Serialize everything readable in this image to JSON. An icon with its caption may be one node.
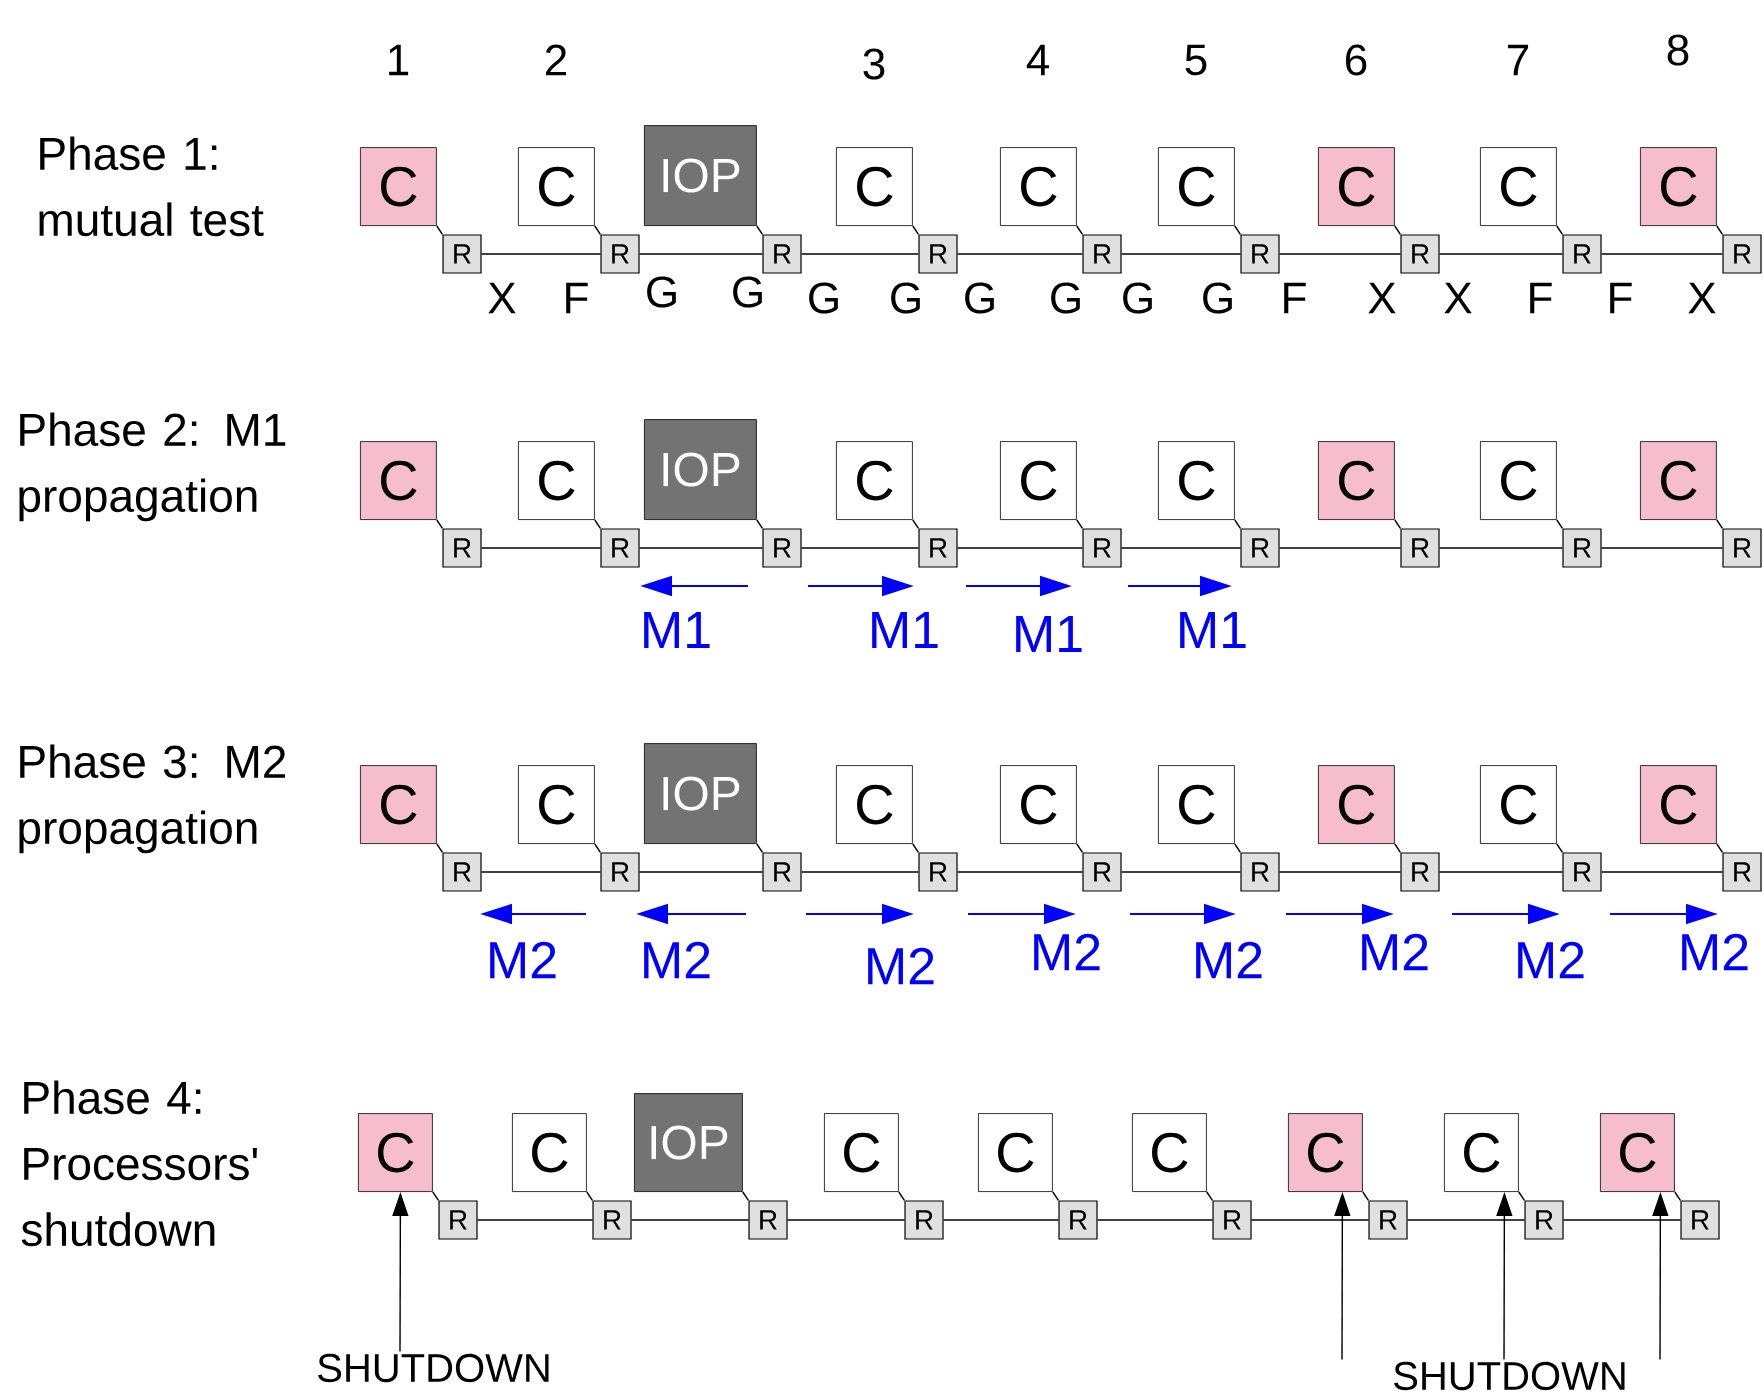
{
  "diagram": {
    "nodes": [
      {
        "text": [
          "C"
        ]
      },
      {
        "text": [
          "R"
        ]
      },
      {
        "text": [
          "C"
        ]
      },
      {
        "text": [
          "R"
        ]
      },
      {
        "text": [
          "IOP"
        ]
      },
      {
        "text": [
          "R"
        ]
      },
      {
        "text": [
          "C"
        ]
      },
      {
        "text": [
          "R"
        ]
      },
      {
        "text": [
          "C"
        ]
      },
      {
        "text": [
          "R"
        ]
      },
      {
        "text": [
          "C"
        ]
      },
      {
        "text": [
          "R"
        ]
      },
      {
        "text": [
          "C"
        ]
      },
      {
        "text": [
          "R"
        ]
      },
      {
        "text": [
          "C"
        ]
      },
      {
        "text": [
          "R"
        ]
      },
      {
        "text": [
          "C"
        ]
      },
      {
        "text": [
          "R"
        ]
      },
      {
        "text": [
          "C"
        ]
      },
      {
        "text": [
          "R"
        ]
      },
      {
        "text": [
          "C"
        ]
      },
      {
        "text": [
          "R"
        ]
      },
      {
        "text": [
          "IOP"
        ]
      },
      {
        "text": [
          "R"
        ]
      },
      {
        "text": [
          "C"
        ]
      },
      {
        "text": [
          "R"
        ]
      },
      {
        "text": [
          "C"
        ]
      },
      {
        "text": [
          "R"
        ]
      },
      {
        "text": [
          "C"
        ]
      },
      {
        "text": [
          "R"
        ]
      },
      {
        "text": [
          "C"
        ]
      },
      {
        "text": [
          "R"
        ]
      },
      {
        "text": [
          "C"
        ]
      },
      {
        "text": [
          "R"
        ]
      },
      {
        "text": [
          "C"
        ]
      },
      {
        "text": [
          "R"
        ]
      },
      {
        "text": [
          "C"
        ]
      },
      {
        "text": [
          "R"
        ]
      },
      {
        "text": [
          "C"
        ]
      },
      {
        "text": [
          "R"
        ]
      },
      {
        "text": [
          "IOP"
        ]
      },
      {
        "text": [
          "R"
        ]
      },
      {
        "text": [
          "C"
        ]
      },
      {
        "text": [
          "R"
        ]
      },
      {
        "text": [
          "C"
        ]
      },
      {
        "text": [
          "R"
        ]
      },
      {
        "text": [
          "C"
        ]
      },
      {
        "text": [
          "R"
        ]
      },
      {
        "text": [
          "C"
        ]
      },
      {
        "text": [
          "R"
        ]
      },
      {
        "text": [
          "C"
        ]
      },
      {
        "text": [
          "R"
        ]
      },
      {
        "text": [
          "C"
        ]
      },
      {
        "text": [
          "R"
        ]
      },
      {
        "text": [
          "C"
        ]
      },
      {
        "text": [
          "R"
        ]
      },
      {
        "text": [
          "C"
        ]
      },
      {
        "text": [
          "R"
        ]
      },
      {
        "text": [
          "IOP"
        ]
      },
      {
        "text": [
          "R"
        ]
      },
      {
        "text": [
          "C"
        ]
      },
      {
        "text": [
          "R"
        ]
      },
      {
        "text": [
          "C"
        ]
      },
      {
        "text": [
          "R"
        ]
      },
      {
        "text": [
          "C"
        ]
      },
      {
        "text": [
          "R"
        ]
      },
      {
        "text": [
          "C"
        ]
      },
      {
        "text": [
          "R"
        ]
      },
      {
        "text": [
          "C"
        ]
      },
      {
        "text": [
          "R"
        ]
      },
      {
        "text": [
          "C"
        ]
      },
      {
        "text": [
          "R"
        ]
      },
      {
        "text": [
          "SHUTDOWN"
        ]
      },
      {
        "text": [
          "SHUTDOWN"
        ]
      }
    ],
    "edges": [
      {
        "from": 0,
        "to": 1,
        "arrow": "none"
      },
      {
        "from": 2,
        "to": 3,
        "arrow": "none"
      },
      {
        "from": 4,
        "to": 5,
        "arrow": "none"
      },
      {
        "from": 6,
        "to": 7,
        "arrow": "none"
      },
      {
        "from": 8,
        "to": 9,
        "arrow": "none"
      },
      {
        "from": 10,
        "to": 11,
        "arrow": "none"
      },
      {
        "from": 12,
        "to": 13,
        "arrow": "none"
      },
      {
        "from": 14,
        "to": 15,
        "arrow": "none"
      },
      {
        "from": 16,
        "to": 17,
        "arrow": "none"
      },
      {
        "from": 1,
        "to": 3,
        "arrow": "none"
      },
      {
        "from": 3,
        "to": 5,
        "arrow": "none"
      },
      {
        "from": 5,
        "to": 7,
        "arrow": "none"
      },
      {
        "from": 7,
        "to": 9,
        "arrow": "none"
      },
      {
        "from": 9,
        "to": 11,
        "arrow": "none"
      },
      {
        "from": 11,
        "to": 13,
        "arrow": "none"
      },
      {
        "from": 13,
        "to": 15,
        "arrow": "none"
      },
      {
        "from": 15,
        "to": 17,
        "arrow": "none"
      },
      {
        "from": 18,
        "to": 19,
        "arrow": "none"
      },
      {
        "from": 20,
        "to": 21,
        "arrow": "none"
      },
      {
        "from": 22,
        "to": 23,
        "arrow": "none"
      },
      {
        "from": 24,
        "to": 25,
        "arrow": "none"
      },
      {
        "from": 26,
        "to": 27,
        "arrow": "none"
      },
      {
        "from": 28,
        "to": 29,
        "arrow": "none"
      },
      {
        "from": 30,
        "to": 31,
        "arrow": "none"
      },
      {
        "from": 32,
        "to": 33,
        "arrow": "none"
      },
      {
        "from": 34,
        "to": 35,
        "arrow": "none"
      },
      {
        "from": 19,
        "to": 21,
        "arrow": "none"
      },
      {
        "from": 21,
        "to": 23,
        "arrow": "none"
      },
      {
        "from": 23,
        "to": 25,
        "arrow": "none"
      },
      {
        "from": 25,
        "to": 27,
        "arrow": "none"
      },
      {
        "from": 27,
        "to": 29,
        "arrow": "none"
      },
      {
        "from": 29,
        "to": 31,
        "arrow": "none"
      },
      {
        "from": 31,
        "to": 33,
        "arrow": "none"
      },
      {
        "from": 33,
        "to": 35,
        "arrow": "none"
      },
      {
        "from": 36,
        "to": 37,
        "arrow": "none"
      },
      {
        "from": 38,
        "to": 39,
        "arrow": "none"
      },
      {
        "from": 40,
        "to": 41,
        "arrow": "none"
      },
      {
        "from": 42,
        "to": 43,
        "arrow": "none"
      },
      {
        "from": 44,
        "to": 45,
        "arrow": "none"
      },
      {
        "from": 46,
        "to": 47,
        "arrow": "none"
      },
      {
        "from": 48,
        "to": 49,
        "arrow": "none"
      },
      {
        "from": 50,
        "to": 51,
        "arrow": "none"
      },
      {
        "from": 52,
        "to": 53,
        "arrow": "none"
      },
      {
        "from": 37,
        "to": 39,
        "arrow": "none"
      },
      {
        "from": 39,
        "to": 41,
        "arrow": "none"
      },
      {
        "from": 41,
        "to": 43,
        "arrow": "none"
      },
      {
        "from": 43,
        "to": 45,
        "arrow": "none"
      },
      {
        "from": 45,
        "to": 47,
        "arrow": "none"
      },
      {
        "from": 47,
        "to": 49,
        "arrow": "none"
      },
      {
        "from": 49,
        "to": 51,
        "arrow": "none"
      },
      {
        "from": 51,
        "to": 53,
        "arrow": "none"
      },
      {
        "from": 54,
        "to": 55,
        "arrow": "none"
      },
      {
        "from": 56,
        "to": 57,
        "arrow": "none"
      },
      {
        "from": 58,
        "to": 59,
        "arrow": "none"
      },
      {
        "from": 60,
        "to": 61,
        "arrow": "none"
      },
      {
        "from": 62,
        "to": 63,
        "arrow": "none"
      },
      {
        "from": 64,
        "to": 65,
        "arrow": "none"
      },
      {
        "from": 66,
        "to": 67,
        "arrow": "none"
      },
      {
        "from": 68,
        "to": 69,
        "arrow": "none"
      },
      {
        "from": 70,
        "to": 71,
        "arrow": "none"
      },
      {
        "from": 55,
        "to": 57,
        "arrow": "none"
      },
      {
        "from": 57,
        "to": 59,
        "arrow": "none"
      },
      {
        "from": 59,
        "to": 61,
        "arrow": "none"
      },
      {
        "from": 61,
        "to": 63,
        "arrow": "none"
      },
      {
        "from": 63,
        "to": 65,
        "arrow": "none"
      },
      {
        "from": 65,
        "to": 67,
        "arrow": "none"
      },
      {
        "from": 67,
        "to": 69,
        "arrow": "none"
      },
      {
        "from": 69,
        "to": 71,
        "arrow": "none"
      },
      {
        "from": 72,
        "to": 54,
        "arrow": "to"
      },
      {
        "from": 73,
        "to": 66,
        "arrow": "to"
      },
      {
        "from": 73,
        "to": 68,
        "arrow": "to"
      },
      {
        "from": 73,
        "to": 70,
        "arrow": "to"
      }
    ],
    "labels": [
      "1",
      "2",
      "3",
      "4",
      "5",
      "6",
      "7",
      "8",
      "Phase 1: mutual test",
      "X",
      "F",
      "G",
      "G",
      "G",
      "G",
      "G",
      "G",
      "G",
      "G",
      "F",
      "X",
      "X",
      "F",
      "F",
      "X",
      "Phase 2: M1 propagation",
      "M1",
      "M1",
      "M1",
      "M1",
      "Phase 3: M2 propagation",
      "M2",
      "M2",
      "M2",
      "M2",
      "M2",
      "M2",
      "M2",
      "M2",
      "Phase 4: Processors' shutdown"
    ]
  }
}
